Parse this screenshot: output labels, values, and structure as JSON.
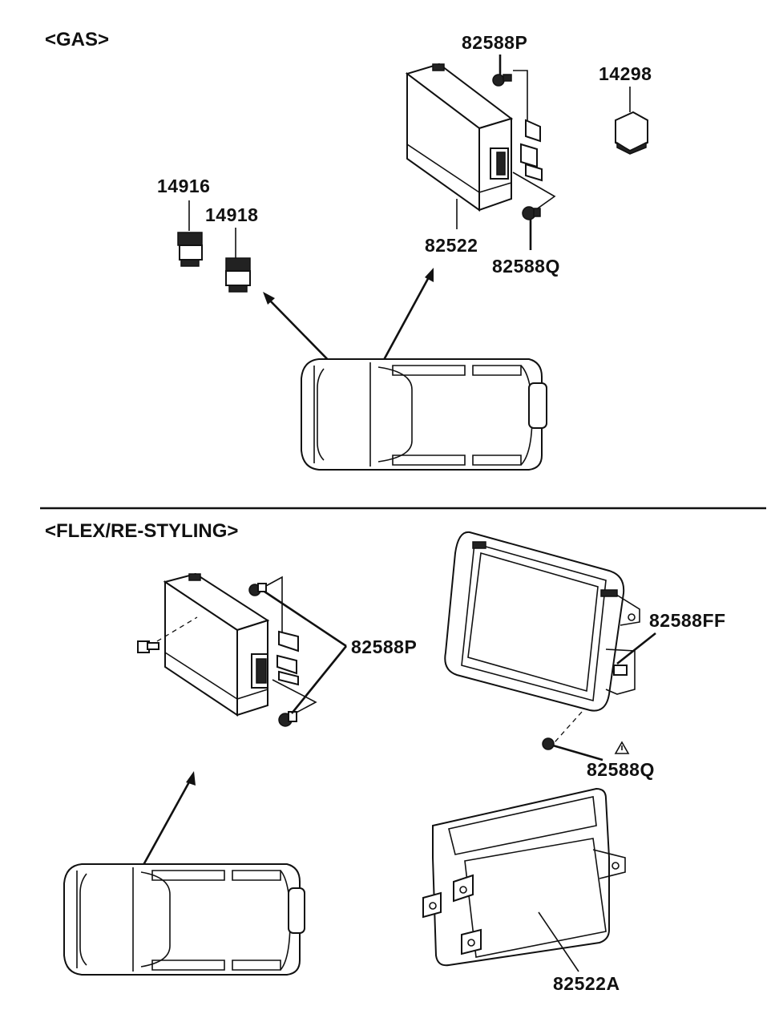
{
  "sections": {
    "gas": "<GAS>",
    "flex": "<FLEX/RE-STYLING>"
  },
  "parts": {
    "p82588P_top": "82588P",
    "p14298": "14298",
    "p14916": "14916",
    "p14918": "14918",
    "p82522": "82522",
    "p82588Q_top": "82588Q",
    "p82588FF": "82588FF",
    "p82588P_bottom": "82588P",
    "p82588Q_bottom": "82588Q",
    "p82522A": "82522A"
  }
}
